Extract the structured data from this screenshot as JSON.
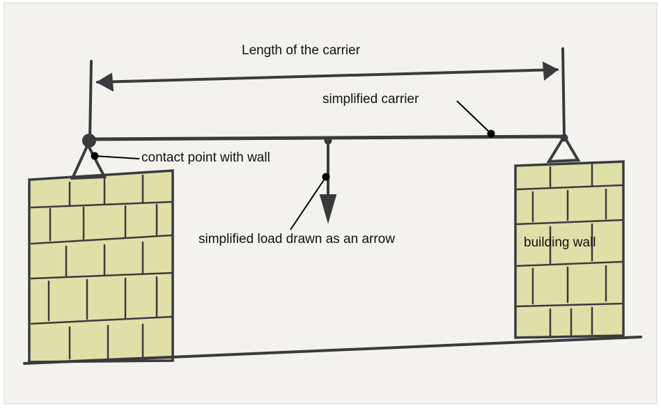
{
  "labels": {
    "length": "Length of the carrier",
    "carrier": "simplified carrier",
    "contact": "contact point with wall",
    "load": "simplified load drawn as an arrow",
    "wall": "building wall"
  },
  "colors": {
    "paper": "#f3f2ef",
    "pencil": "#3a3a3c",
    "brick_fill": "#dfe0a8",
    "ink": "#000000"
  }
}
